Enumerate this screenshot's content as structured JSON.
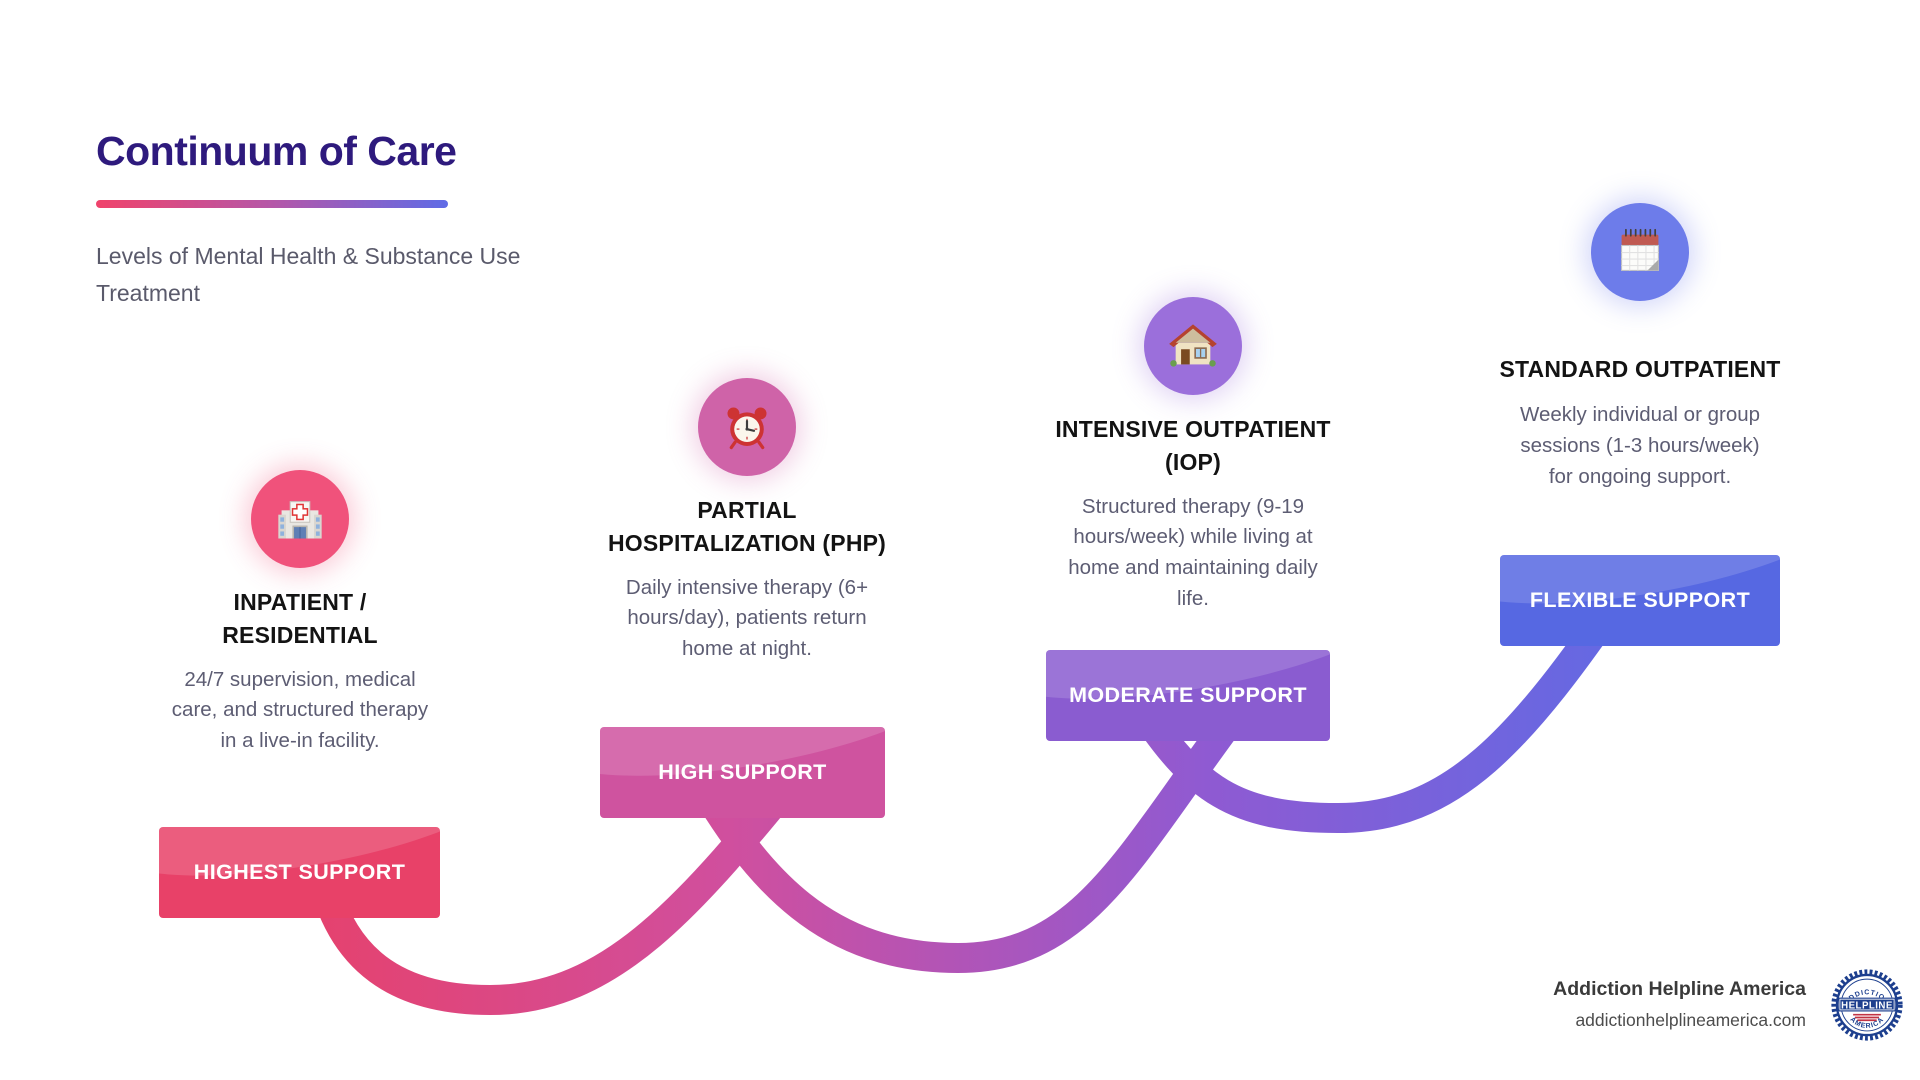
{
  "header": {
    "title": "Continuum of Care",
    "subtitle": "Levels of Mental Health & Substance Use\nTreatment"
  },
  "stages": [
    {
      "icon": "hospital-icon",
      "title": "INPATIENT /\nRESIDENTIAL",
      "description": "24/7 supervision, medical\ncare, and structured therapy\nin a live-in facility.",
      "support_label": "HIGHEST SUPPORT",
      "circle_color": "#f0527b",
      "box_color": "#e84168"
    },
    {
      "icon": "alarm-clock-icon",
      "title": "PARTIAL\nHOSPITALIZATION (PHP)",
      "description": "Daily intensive therapy (6+\nhours/day), patients return\nhome at night.",
      "support_label": "HIGH SUPPORT",
      "circle_color": "#cf63a8",
      "box_color": "#cf539f"
    },
    {
      "icon": "house-icon",
      "title": "INTENSIVE OUTPATIENT\n(IOP)",
      "description": "Structured therapy (9-19\nhours/week) while living at\nhome and maintaining daily\nlife.",
      "support_label": "MODERATE SUPPORT",
      "circle_color": "#9b6fdb",
      "box_color": "#8a5cd0"
    },
    {
      "icon": "calendar-icon",
      "title": "STANDARD OUTPATIENT",
      "description": "Weekly individual or group\nsessions (1-3 hours/week)\nfor ongoing support.",
      "support_label": "FLEXIBLE SUPPORT",
      "circle_color": "#6d7cea",
      "box_color": "#5668e2"
    }
  ],
  "wave": {
    "gradient": [
      "#e84067",
      "#d04f9e",
      "#8f5ad2",
      "#5b6ce6"
    ]
  },
  "footer": {
    "brand": "Addiction Helpline America",
    "website": "addictionhelplineamerica.com",
    "badge": {
      "top_text": "ADDICTION",
      "banner_text": "HELPLINE",
      "bottom_text": "AMERICA"
    }
  },
  "colors": {
    "title": "#2e1a7d",
    "subtitle": "#5a5a6b",
    "heading_text": "#131313",
    "description_text": "#5d5d73",
    "underline_gradient": [
      "#f0436b",
      "#5f6be6"
    ],
    "background": "#ffffff"
  }
}
